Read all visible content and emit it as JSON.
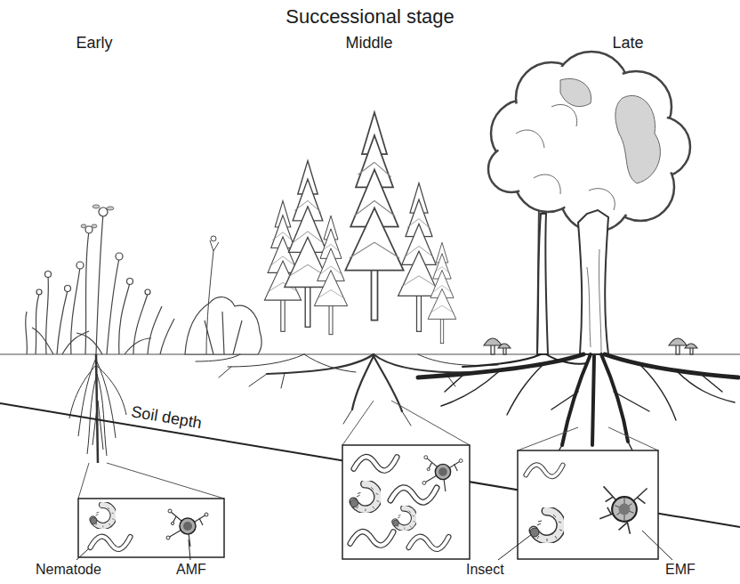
{
  "diagram": {
    "title": "Successional stage",
    "labels": [
      "Early",
      "Middle",
      "Late",
      "Soil depth",
      "Nematode",
      "AMF",
      "Insect",
      "EMF"
    ]
  }
}
